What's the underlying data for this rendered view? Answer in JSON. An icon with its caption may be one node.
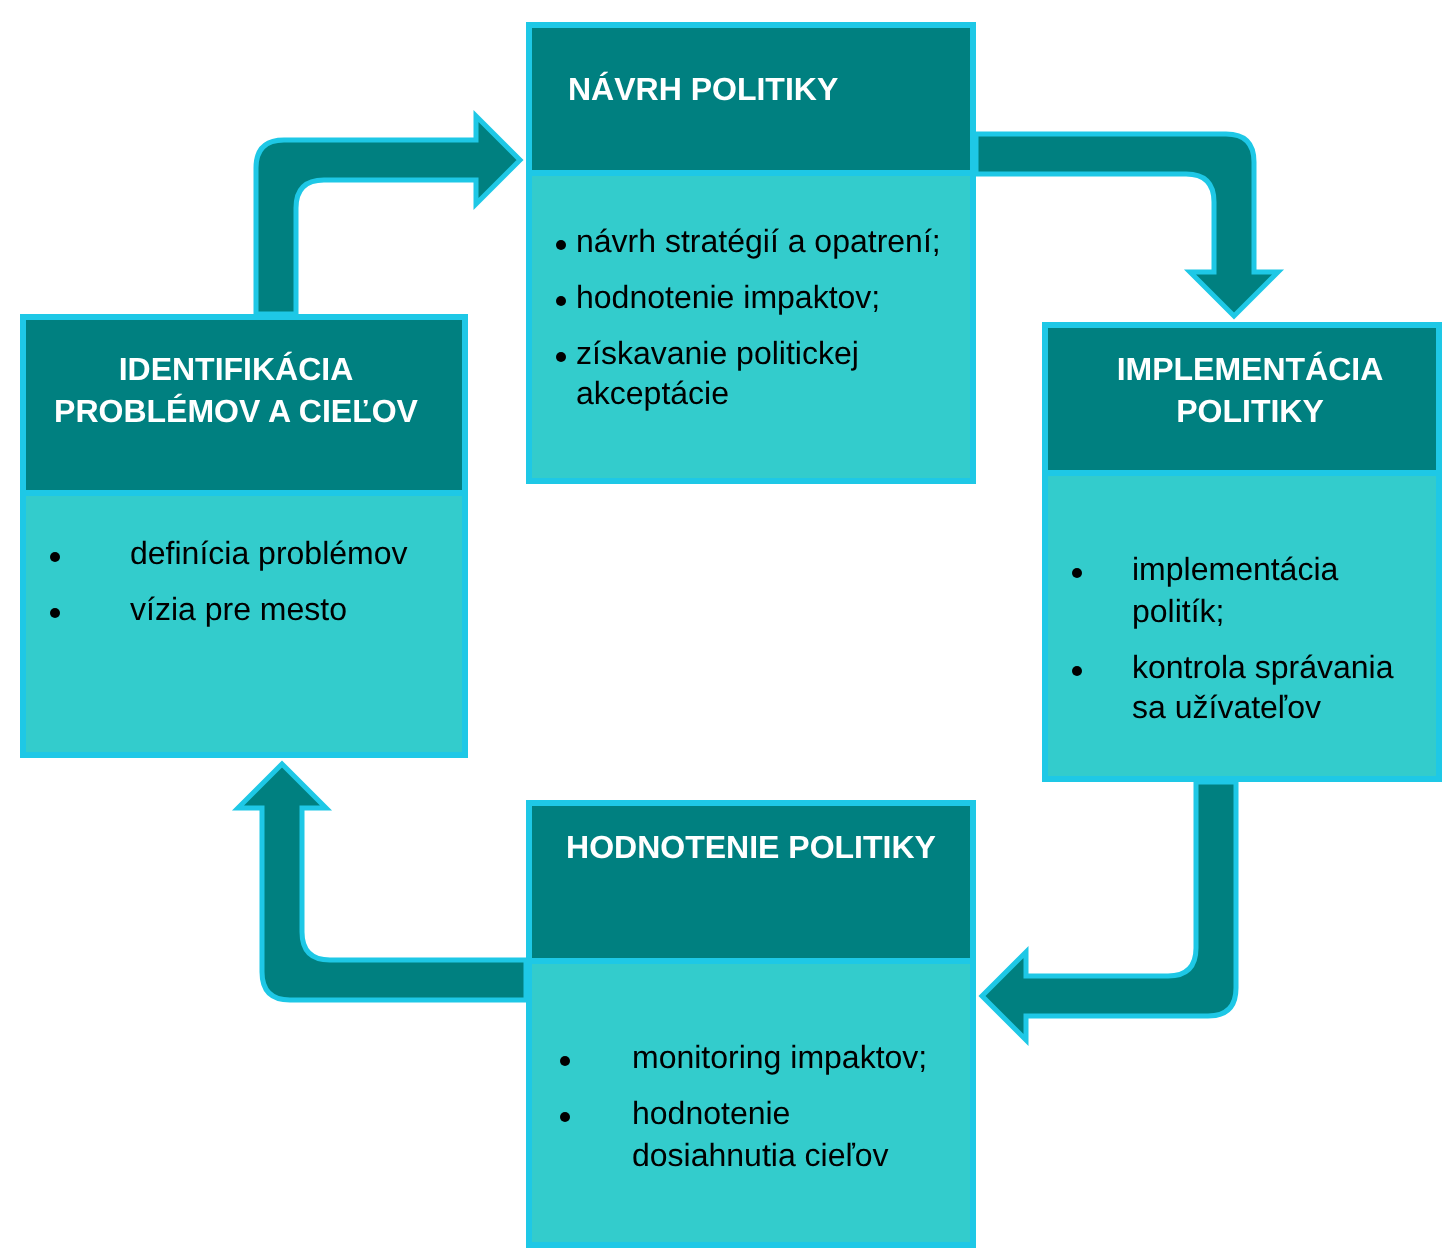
{
  "diagram": {
    "nodes": [
      {
        "text": [
          "IDENTIFIKÁCIA PROBLÉMOV A CIEĽOV",
          "definícia problémov",
          "vízia pre mesto"
        ]
      },
      {
        "text": [
          "NÁVRH POLITIKY",
          "návrh stratégií a opatrení;",
          "hodnotenie impaktov;",
          "získavanie politickej akceptácie"
        ]
      },
      {
        "text": [
          "IMPLEMENTÁCIA POLITIKY",
          "implementácia politík;",
          "kontrola správania sa užívateľov"
        ]
      },
      {
        "text": [
          "HODNOTENIE POLITIKY",
          "monitoring  impaktov;",
          "hodnotenie dosiahnutia cieľov"
        ]
      }
    ],
    "edges": [
      {
        "from": 0,
        "to": 1,
        "arrow": "to"
      },
      {
        "from": 1,
        "to": 2,
        "arrow": "to"
      },
      {
        "from": 2,
        "to": 3,
        "arrow": "to"
      },
      {
        "from": 3,
        "to": 0,
        "arrow": "to"
      }
    ]
  }
}
